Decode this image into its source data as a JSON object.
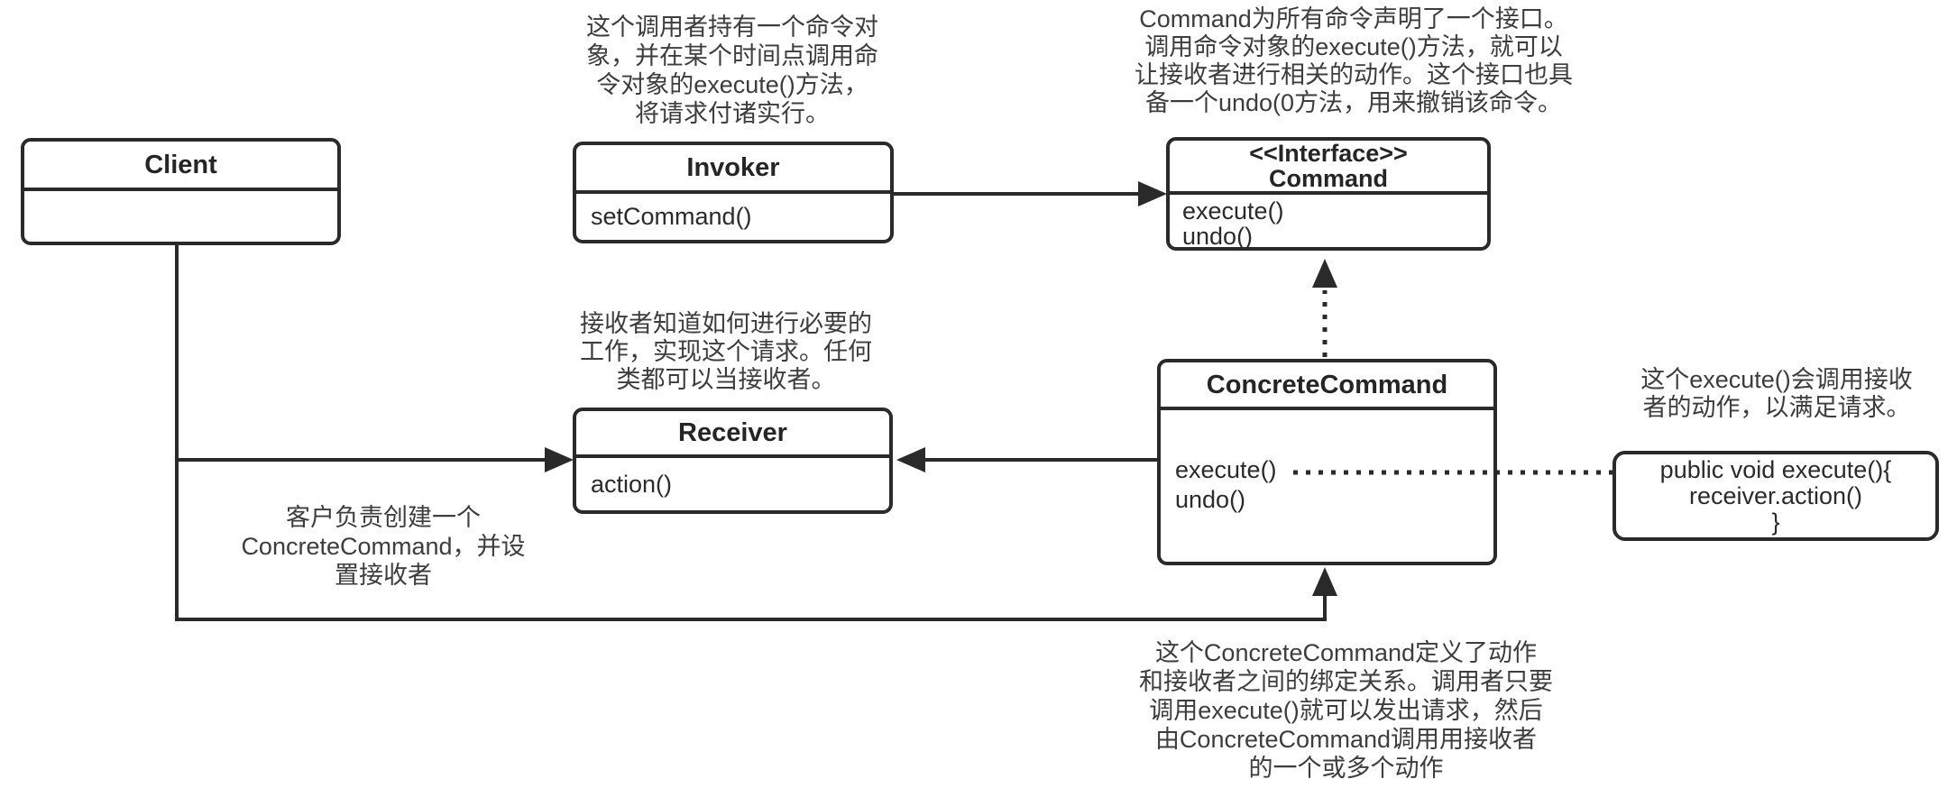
{
  "colors": {
    "line": "#2a2a2a",
    "text": "#3d3d3d",
    "background": "#ffffff"
  },
  "classes": {
    "client": {
      "name": "Client",
      "methods": []
    },
    "invoker": {
      "name": "Invoker",
      "methods": [
        "setCommand()"
      ]
    },
    "command": {
      "stereotype": "<<Interface>>",
      "name": "Command",
      "methods": [
        "execute()",
        "undo()"
      ]
    },
    "receiver": {
      "name": "Receiver",
      "methods": [
        "action()"
      ]
    },
    "concrete_command": {
      "name": "ConcreteCommand",
      "methods": [
        "execute()",
        "undo()"
      ]
    }
  },
  "code_note": {
    "lines": [
      "public void execute(){",
      "receiver.action()",
      "}"
    ]
  },
  "annotations": {
    "invoker_note": [
      "这个调用者持有一个命令对",
      "象，并在某个时间点调用命",
      "令对象的execute()方法，",
      "将请求付诸实行。"
    ],
    "command_note": [
      "Command为所有命令声明了一个接口。",
      "调用命令对象的execute()方法，就可以",
      "让接收者进行相关的动作。这个接口也具",
      "备一个undo(0方法，用来撤销该命令。"
    ],
    "receiver_note": [
      "接收者知道如何进行必要的",
      "工作，实现这个请求。任何",
      "类都可以当接收者。"
    ],
    "client_note": [
      "客户负责创建一个",
      "ConcreteCommand，并设",
      "置接收者"
    ],
    "execute_note": [
      "这个execute()会调用接收",
      "者的动作，以满足请求。"
    ],
    "concrete_command_note": [
      "这个ConcreteCommand定义了动作",
      "和接收者之间的绑定关系。调用者只要",
      "调用execute()就可以发出请求，然后",
      "由ConcreteCommand调用用接收者",
      "的一个或多个动作"
    ]
  },
  "relationships": [
    {
      "from": "Invoker",
      "to": "Command",
      "type": "association",
      "style": "solid-arrow"
    },
    {
      "from": "Client",
      "to": "Receiver",
      "type": "association",
      "style": "solid-arrow"
    },
    {
      "from": "Client",
      "to": "ConcreteCommand",
      "type": "association",
      "style": "solid-arrow"
    },
    {
      "from": "ConcreteCommand",
      "to": "Receiver",
      "type": "association",
      "style": "solid-arrow"
    },
    {
      "from": "ConcreteCommand",
      "to": "Command",
      "type": "realization",
      "style": "dotted-arrow"
    },
    {
      "from": "ConcreteCommand.execute()",
      "to": "code_note",
      "type": "note-link",
      "style": "dotted-line"
    }
  ]
}
